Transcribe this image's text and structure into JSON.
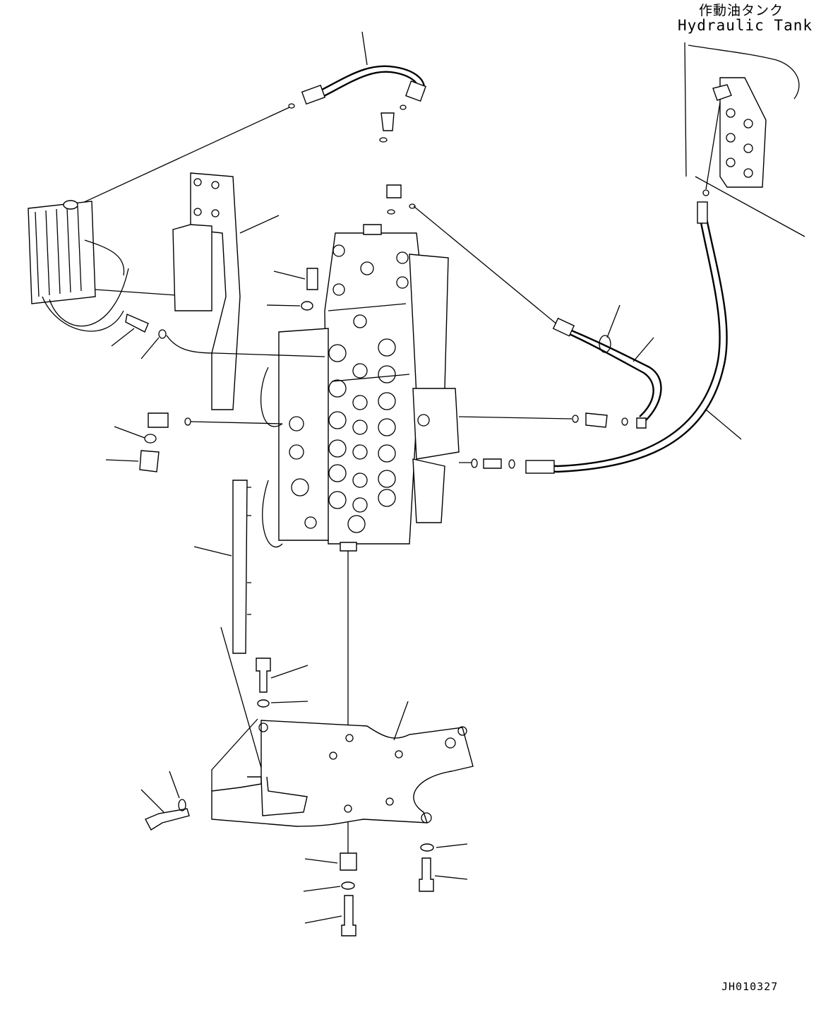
{
  "labels": {
    "tank_jp": "作動油タンク",
    "tank_en": "Hydraulic Tank",
    "drawing_code": "JH010327"
  },
  "colors": {
    "ink": "#000000",
    "paper": "#ffffff"
  }
}
